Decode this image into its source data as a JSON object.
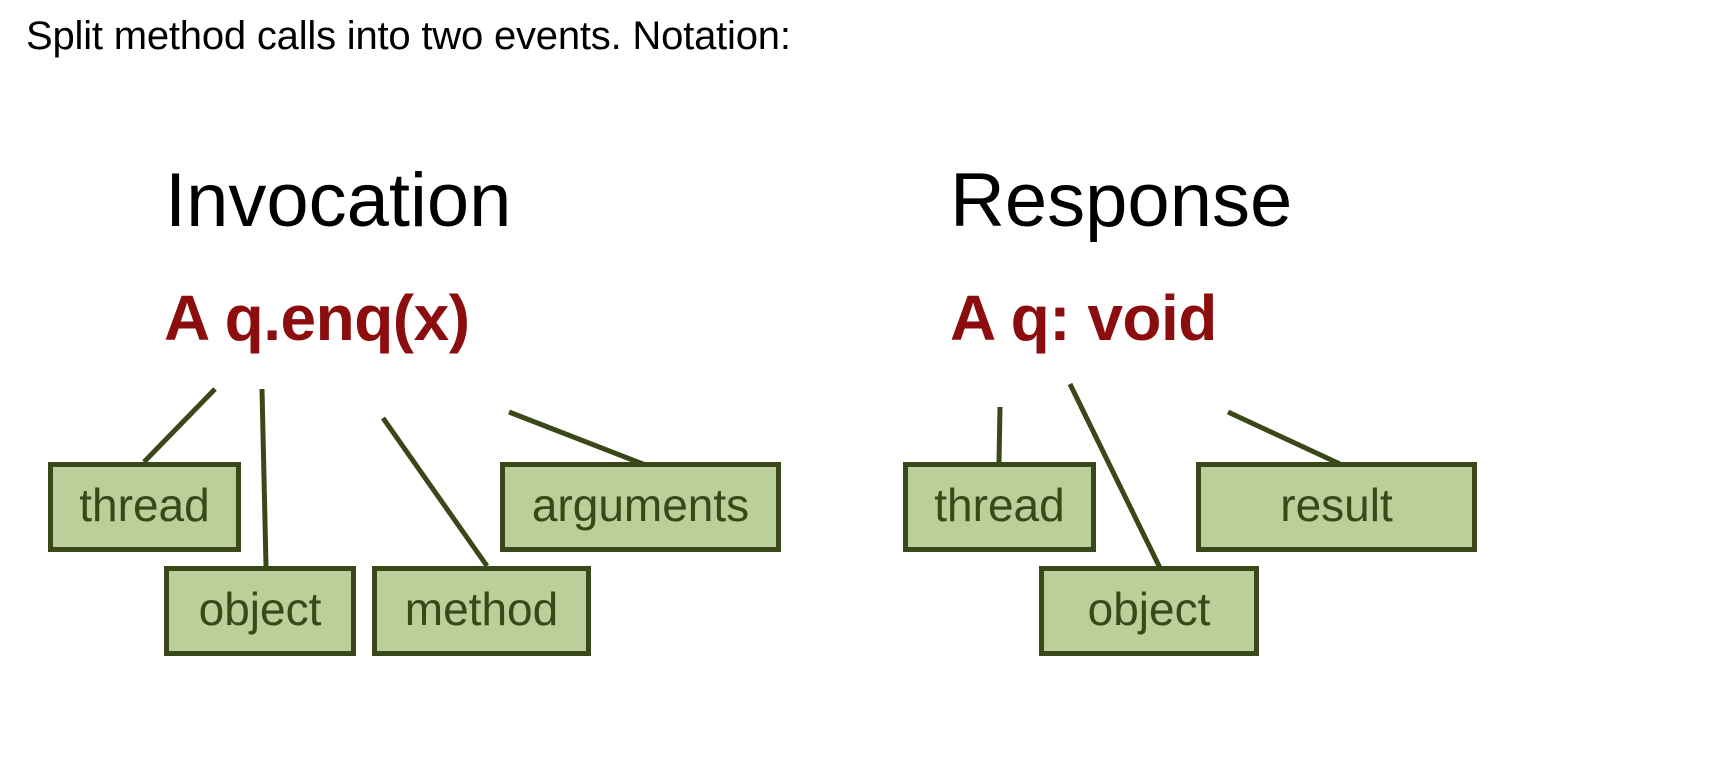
{
  "slide": {
    "title": "Split method calls into two events. Notation:",
    "background_color": "#FFFFFF"
  },
  "colors": {
    "code_red": "#8B0D0D",
    "box_fill_green": "#BACF9A",
    "box_border_green": "#3A4718",
    "connector_green": "#3A4718",
    "title_black": "#000000"
  },
  "columns": [
    {
      "id": "invocation",
      "heading": "Invocation",
      "code": "A q.enq(x)",
      "parts": [
        {
          "id": "thread",
          "label": "thread"
        },
        {
          "id": "object",
          "label": "object"
        },
        {
          "id": "method",
          "label": "method"
        },
        {
          "id": "arguments",
          "label": "arguments"
        }
      ]
    },
    {
      "id": "response",
      "heading": "Response",
      "code": "A q: void",
      "parts": [
        {
          "id": "thread",
          "label": "thread"
        },
        {
          "id": "object",
          "label": "object"
        },
        {
          "id": "result",
          "label": "result"
        }
      ]
    }
  ]
}
